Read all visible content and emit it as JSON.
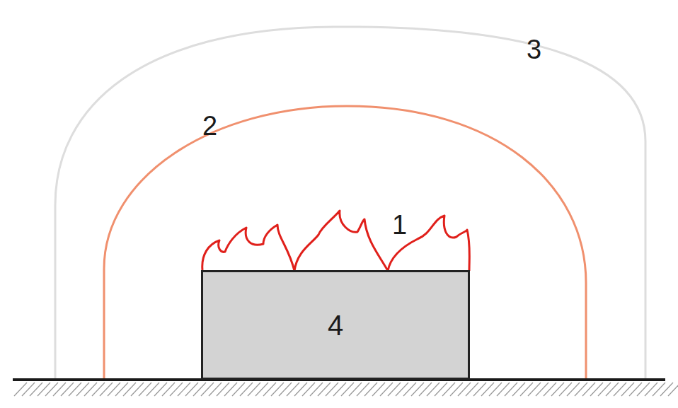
{
  "diagram": {
    "nodes": [
      {
        "text": [
          "4"
        ]
      }
    ],
    "labels": [
      "3",
      "2",
      "1"
    ]
  }
}
